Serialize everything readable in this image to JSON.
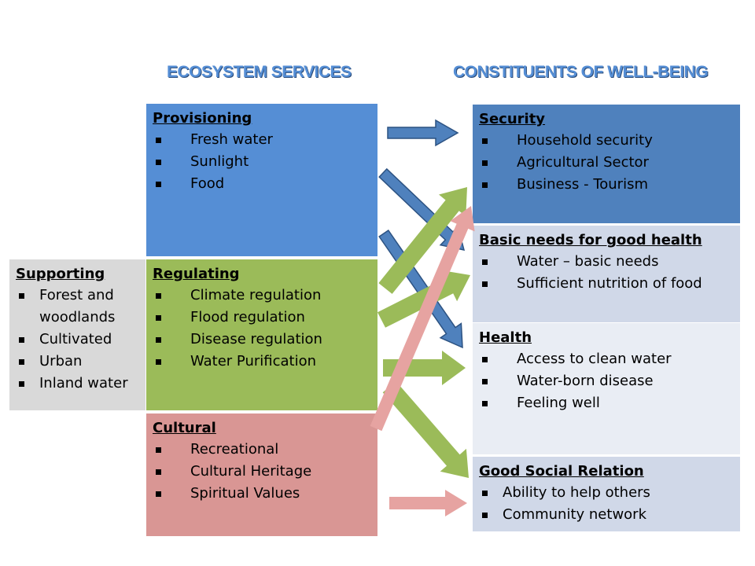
{
  "headers": {
    "services": "ECOSYSTEM SERVICES",
    "wellbeing": "CONSTITUENTS OF WELL-BEING"
  },
  "services": {
    "provisioning": {
      "title": "Provisioning",
      "items": [
        "Fresh water",
        "Sunlight",
        "Food"
      ]
    },
    "regulating": {
      "title": "Regulating",
      "items": [
        "Climate regulation",
        "Flood regulation",
        "Disease regulation",
        "Water Purification"
      ]
    },
    "cultural": {
      "title": "Cultural",
      "items": [
        "Recreational",
        "Cultural Heritage",
        "Spiritual Values"
      ]
    },
    "supporting": {
      "title": "Supporting",
      "items": [
        "Forest and woodlands",
        "Cultivated",
        "Urban",
        "Inland water"
      ]
    }
  },
  "wellbeing": {
    "security": {
      "title": "Security",
      "items": [
        "Household security",
        "Agricultural Sector",
        "Business - Tourism"
      ]
    },
    "basic": {
      "title": "Basic needs for good health",
      "items": [
        "Water – basic needs",
        "Sufficient nutrition of food"
      ]
    },
    "health": {
      "title": "Health",
      "items": [
        "Access to clean water",
        "Water-born disease",
        "Feeling well"
      ]
    },
    "social": {
      "title": "Good Social Relation",
      "items": [
        "Ability to help others",
        "Community network"
      ]
    }
  },
  "colors": {
    "provisioning": "#558ED5",
    "regulating": "#9BBB59",
    "cultural": "#D99694",
    "supporting": "#D9D9D9",
    "security": "#4F81BD",
    "basic": "#D0D8E8",
    "health": "#E9EDF4",
    "social": "#D0D8E8"
  }
}
